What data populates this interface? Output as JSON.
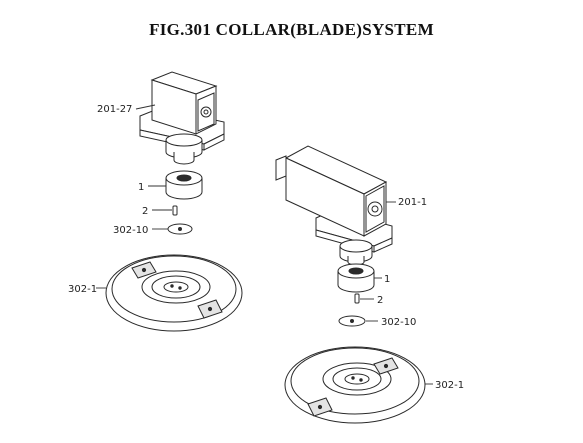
{
  "title": "FIG.301  COLLAR(BLADE)SYSTEM",
  "left_assembly": {
    "gearbox_label": "201-27",
    "collar_label": "1",
    "pin_label": "2",
    "washer_label": "302-10",
    "blade_label": "302-1"
  },
  "right_assembly": {
    "gearbox_label": "201-1",
    "collar_label": "1",
    "pin_label": "2",
    "washer_label": "302-10",
    "blade_label": "302-1"
  }
}
